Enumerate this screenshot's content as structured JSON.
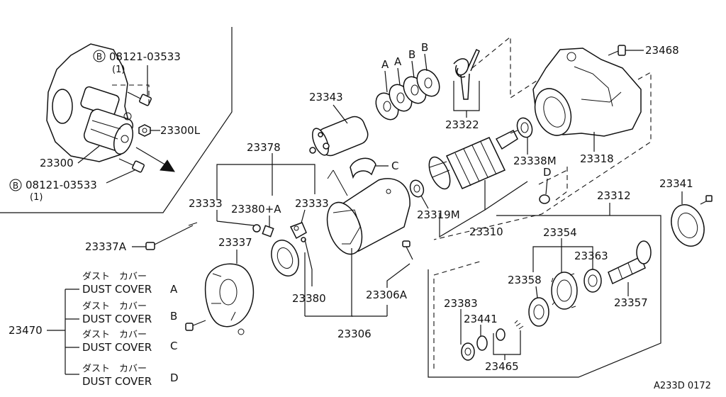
{
  "figure_code": "A233D 0172",
  "inset": {
    "bolt_top_label": "08121-03533",
    "bolt_top_qty": "(1)",
    "bolt_bottom_label": "08121-03533",
    "bolt_bottom_qty": "(1)",
    "bolt_symbol": "B",
    "nut_label": "23300L",
    "assembly_label": "23300"
  },
  "parts": {
    "p23468": "23468",
    "p23343": "23343",
    "p23322": "23322",
    "p23338M": "23338M",
    "p23318": "23318",
    "p23378": "23378",
    "p23333_left": "23333",
    "p23333_right": "23333",
    "p23380plusA": "23380+A",
    "p23319M": "23319M",
    "p23310": "23310",
    "p23312": "23312",
    "p23341": "23341",
    "p23354": "23354",
    "p23363": "23363",
    "p23337A": "23337A",
    "p23337": "23337",
    "p23358": "23358",
    "p23357": "23357",
    "p23383": "23383",
    "p23441": "23441",
    "p23380": "23380",
    "p23306A": "23306A",
    "p23306": "23306",
    "p23465": "23465",
    "p23470": "23470"
  },
  "letters": {
    "washer_a1": "A",
    "washer_a2": "A",
    "washer_b": "B",
    "cover_c": "C",
    "part_d": "D"
  },
  "dust_covers": [
    {
      "jp": "ダスト　カバー",
      "en": "DUST COVER",
      "letter": "A"
    },
    {
      "jp": "ダスト　カバー",
      "en": "DUST COVER",
      "letter": "B"
    },
    {
      "jp": "ダスト　カバー",
      "en": "DUST COVER",
      "letter": "C"
    },
    {
      "jp": "ダスト　カバー",
      "en": "DUST COVER",
      "letter": "D"
    }
  ]
}
